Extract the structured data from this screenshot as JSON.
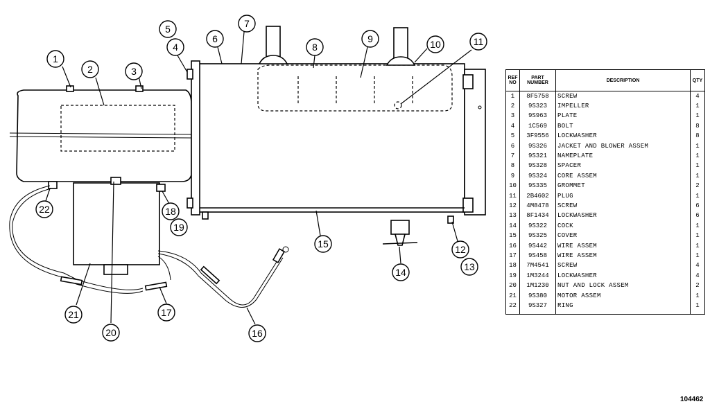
{
  "table": {
    "headers": {
      "ref": "REF NO",
      "part_number": "PART NUMBER",
      "description": "DESCRIPTION",
      "qty": "QTY"
    },
    "rows": [
      {
        "ref": "1",
        "pn": "8F5758",
        "desc": "SCREW",
        "qty": "4"
      },
      {
        "ref": "2",
        "pn": "9S323",
        "desc": "IMPELLER",
        "qty": "1"
      },
      {
        "ref": "3",
        "pn": "9S963",
        "desc": "PLATE",
        "qty": "1"
      },
      {
        "ref": "4",
        "pn": "1C569",
        "desc": "BOLT",
        "qty": "8"
      },
      {
        "ref": "5",
        "pn": "3F9556",
        "desc": "LOCKWASHER",
        "qty": "8"
      },
      {
        "ref": "6",
        "pn": "9S326",
        "desc": "JACKET AND BLOWER ASSEM",
        "qty": "1"
      },
      {
        "ref": "7",
        "pn": "9S321",
        "desc": "NAMEPLATE",
        "qty": "1"
      },
      {
        "ref": "8",
        "pn": "9S328",
        "desc": "SPACER",
        "qty": "1"
      },
      {
        "ref": "9",
        "pn": "9S324",
        "desc": "CORE ASSEM",
        "qty": "1"
      },
      {
        "ref": "10",
        "pn": "9S335",
        "desc": "GROMMET",
        "qty": "2"
      },
      {
        "ref": "11",
        "pn": "2B4602",
        "desc": "PLUG",
        "qty": "1"
      },
      {
        "ref": "12",
        "pn": "4M8478",
        "desc": "SCREW",
        "qty": "6"
      },
      {
        "ref": "13",
        "pn": "8F1434",
        "desc": "LOCKWASHER",
        "qty": "6"
      },
      {
        "ref": "14",
        "pn": "9S322",
        "desc": "COCK",
        "qty": "1"
      },
      {
        "ref": "15",
        "pn": "9S325",
        "desc": "COVER",
        "qty": "1"
      },
      {
        "ref": "16",
        "pn": "9S442",
        "desc": "WIRE ASSEM",
        "qty": "1"
      },
      {
        "ref": "17",
        "pn": "9S458",
        "desc": "WIRE ASSEM",
        "qty": "1"
      },
      {
        "ref": "18",
        "pn": "7M4541",
        "desc": "SCREW",
        "qty": "4"
      },
      {
        "ref": "19",
        "pn": "1M3244",
        "desc": "LOCKWASHER",
        "qty": "4"
      },
      {
        "ref": "20",
        "pn": "1M1230",
        "desc": "NUT AND LOCK ASSEM",
        "qty": "2"
      },
      {
        "ref": "21",
        "pn": "9S380",
        "desc": "MOTOR ASSEM",
        "qty": "1"
      },
      {
        "ref": "22",
        "pn": "9S327",
        "desc": "RING",
        "qty": "1"
      }
    ]
  },
  "callouts": [
    "1",
    "2",
    "3",
    "4",
    "5",
    "6",
    "7",
    "8",
    "9",
    "10",
    "11",
    "12",
    "13",
    "14",
    "15",
    "16",
    "17",
    "18",
    "19",
    "20",
    "21",
    "22"
  ],
  "figure_code": "104462"
}
